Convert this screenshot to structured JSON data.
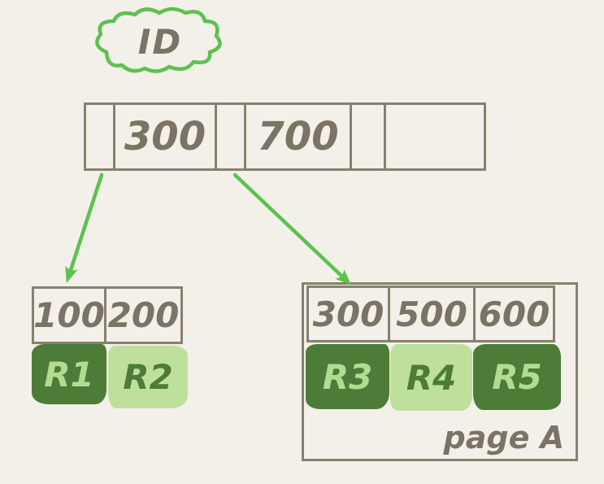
{
  "index": {
    "name": "ID"
  },
  "root_node": {
    "cells": [
      {
        "type": "pointer",
        "value": ""
      },
      {
        "type": "key",
        "value": "300"
      },
      {
        "type": "pointer",
        "value": ""
      },
      {
        "type": "key",
        "value": "700"
      },
      {
        "type": "pointer",
        "value": ""
      },
      {
        "type": "empty",
        "value": ""
      }
    ]
  },
  "left_leaf": {
    "keys": [
      {
        "value": "100"
      },
      {
        "value": "200"
      }
    ],
    "records": [
      {
        "label": "R1",
        "variant": "dark"
      },
      {
        "label": "R2",
        "variant": "light"
      }
    ]
  },
  "right_page": {
    "keys": [
      {
        "value": "300"
      },
      {
        "value": "500"
      },
      {
        "value": "600"
      }
    ],
    "records": [
      {
        "label": "R3",
        "variant": "dark"
      },
      {
        "label": "R4",
        "variant": "light"
      },
      {
        "label": "R5",
        "variant": "dark"
      }
    ],
    "page_label": "page A"
  },
  "colors": {
    "background": "#f2f0e8",
    "box_border": "#87806f",
    "hand_text": "#7b7365",
    "arrow_green": "#5bc24e",
    "record_dark_bg": "#4d7c38",
    "record_dark_text": "#b2dc92",
    "record_light_bg": "#bfe09c",
    "record_light_text": "#4d7c38"
  }
}
